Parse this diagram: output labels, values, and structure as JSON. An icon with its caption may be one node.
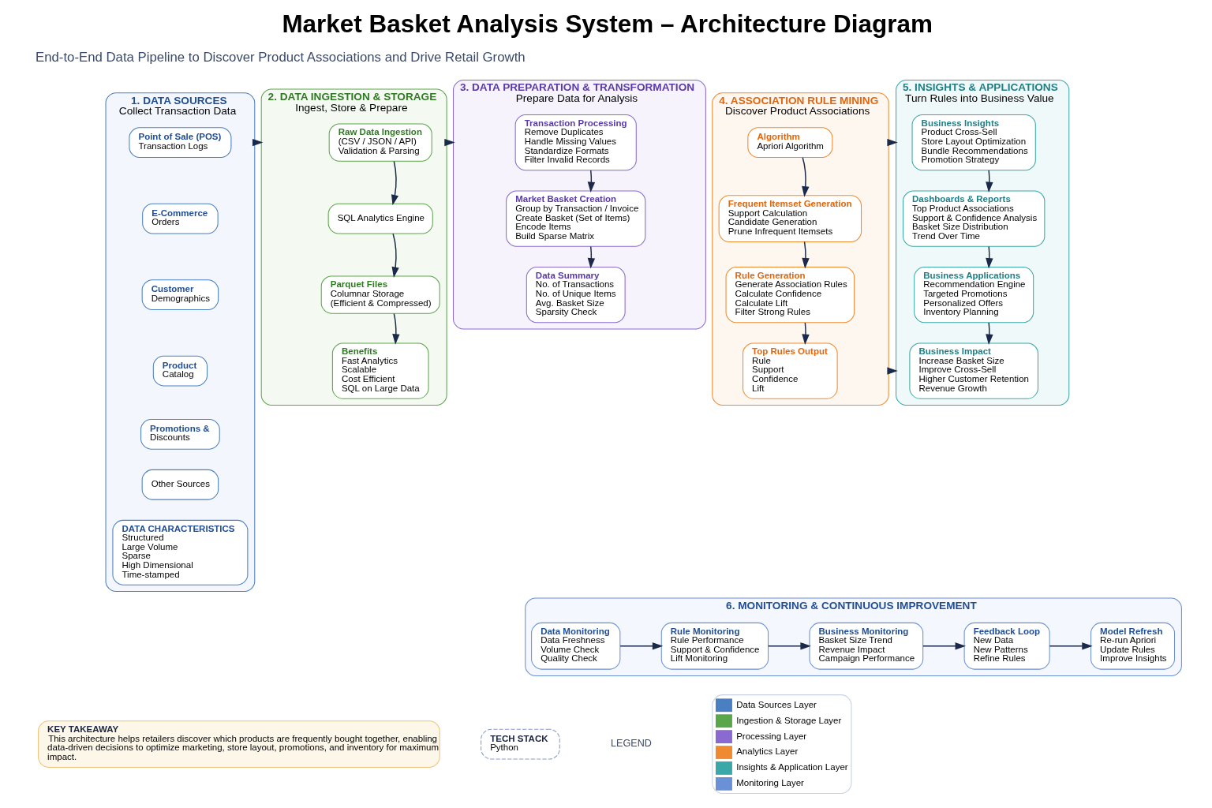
{
  "diagram": {
    "title": "Market Basket Analysis System – Architecture Diagram",
    "nodes": [
      {
        "text": [
          "1. DATA SOURCES",
          "Collect Transaction Data"
        ]
      },
      {
        "text": [
          "Point of Sale (POS)",
          "Transaction Logs"
        ],
        "in": 0
      },
      {
        "text": [
          "E-Commerce",
          "Orders"
        ],
        "in": 0
      },
      {
        "text": [
          "Customer",
          "Demographics"
        ],
        "in": 0
      },
      {
        "text": [
          "Product",
          "Catalog"
        ],
        "in": 0
      },
      {
        "text": [
          "Promotions &",
          "Discounts"
        ],
        "in": 0
      },
      {
        "text": [
          "Other Sources"
        ],
        "in": 0
      },
      {
        "text": [
          "DATA CHARACTERISTICS",
          "Structured",
          "Large Volume",
          "Sparse",
          "High Dimensional",
          "Time-stamped"
        ],
        "in": 0
      },
      {
        "text": [
          "2. DATA INGESTION & STORAGE",
          "Ingest, Store & Prepare"
        ]
      },
      {
        "text": [
          "Raw Data Ingestion",
          "(CSV / JSON / API)",
          "Validation & Parsing"
        ],
        "in": 8
      },
      {
        "text": [
          "SQL Analytics Engine"
        ],
        "in": 8
      },
      {
        "text": [
          "Parquet Files",
          "Columnar Storage",
          "(Efficient & Compressed)"
        ],
        "in": 8
      },
      {
        "text": [
          "Benefits",
          "Fast Analytics",
          "Scalable",
          "Cost Efficient",
          "SQL on Large Data"
        ],
        "in": 8
      },
      {
        "text": [
          "3. DATA PREPARATION & TRANSFORMATION",
          "Prepare Data for Analysis"
        ]
      },
      {
        "text": [
          "Transaction Processing",
          "Remove Duplicates",
          "Handle Missing Values",
          "Standardize Formats",
          "Filter Invalid Records"
        ],
        "in": 13
      },
      {
        "text": [
          "Market Basket Creation",
          "Group by Transaction / Invoice",
          "Create Basket (Set of Items)",
          "Encode Items",
          "Build Sparse Matrix"
        ],
        "in": 13
      },
      {
        "text": [
          "Data Summary",
          "No. of Transactions",
          "No. of Unique Items",
          "Avg. Basket Size",
          "Sparsity Check"
        ],
        "in": 13
      },
      {
        "text": [
          "4. ASSOCIATION RULE MINING",
          "Discover Product Associations"
        ]
      },
      {
        "text": [
          "Algorithm",
          "Apriori Algorithm"
        ],
        "in": 17
      },
      {
        "text": [
          "Frequent Itemset Generation",
          "Support Calculation",
          "Candidate Generation",
          "Prune Infrequent Itemsets"
        ],
        "in": 17
      },
      {
        "text": [
          "Rule Generation",
          "Generate Association Rules",
          "Calculate Confidence",
          "Calculate Lift",
          "Filter Strong Rules"
        ],
        "in": 17
      },
      {
        "text": [
          "Top Rules Output",
          "Rule",
          "Support",
          "Confidence",
          "Lift"
        ],
        "in": 17
      },
      {
        "text": [
          "5. INSIGHTS & APPLICATIONS",
          "Turn Rules into Business Value"
        ]
      },
      {
        "text": [
          "Business Insights",
          "Product Cross-Sell",
          "Store Layout Optimization",
          "Bundle Recommendations",
          "Promotion Strategy"
        ],
        "in": 22
      },
      {
        "text": [
          "Dashboards & Reports",
          "Top Product Associations",
          "Support & Confidence Analysis",
          "Basket Size Distribution",
          "Trend Over Time"
        ],
        "in": 22
      },
      {
        "text": [
          "Business Applications",
          "Recommendation Engine",
          "Targeted Promotions",
          "Personalized Offers",
          "Inventory Planning"
        ],
        "in": 22
      },
      {
        "text": [
          "Business Impact",
          "Increase Basket Size",
          "Improve Cross-Sell",
          "Higher Customer Retention",
          "Revenue Growth"
        ],
        "in": 22
      },
      {
        "text": [
          "6. MONITORING & CONTINUOUS IMPROVEMENT"
        ]
      },
      {
        "text": [
          "Data Monitoring",
          "Data Freshness",
          "Volume Check",
          "Quality Check"
        ],
        "in": 27
      },
      {
        "text": [
          "Rule Monitoring",
          "Rule Performance",
          "Support & Confidence",
          "Lift Monitoring"
        ],
        "in": 27
      },
      {
        "text": [
          "Business Monitoring",
          "Basket Size Trend",
          "Revenue Impact",
          "Campaign Performance"
        ],
        "in": 27
      },
      {
        "text": [
          "Feedback Loop",
          "New Data",
          "New Patterns",
          "Refine Rules"
        ],
        "in": 27
      },
      {
        "text": [
          "Model Refresh",
          "Re-run Apriori",
          "Update Rules",
          "Improve Insights"
        ],
        "in": 27
      },
      {
        "text": [
          "KEY TAKEAWAY",
          "This architecture helps retailers discover which products are frequently bought together, enabling data-driven decisions to optimize marketing, store layout, promotions, and inventory for maximum impact."
        ]
      },
      {
        "text": [
          "TECH STACK",
          "Python"
        ]
      }
    ],
    "edges": [
      {
        "from": 0,
        "to": 8,
        "arrow": "to"
      },
      {
        "from": 9,
        "to": 10,
        "arrow": "to"
      },
      {
        "from": 10,
        "to": 11,
        "arrow": "to"
      },
      {
        "from": 11,
        "to": 12,
        "arrow": "to"
      },
      {
        "from": 8,
        "to": 13,
        "arrow": "to"
      },
      {
        "from": 14,
        "to": 15,
        "arrow": "to"
      },
      {
        "from": 15,
        "to": 16,
        "arrow": "to"
      },
      {
        "from": 18,
        "to": 19,
        "arrow": "to"
      },
      {
        "from": 19,
        "to": 20,
        "arrow": "to"
      },
      {
        "from": 20,
        "to": 21,
        "arrow": "to"
      },
      {
        "from": 17,
        "to": 22,
        "arrow": "to"
      },
      {
        "from": 17,
        "to": 22,
        "arrow": "to"
      },
      {
        "from": 23,
        "to": 24,
        "arrow": "to"
      },
      {
        "from": 24,
        "to": 25,
        "arrow": "to"
      },
      {
        "from": 25,
        "to": 26,
        "arrow": "to"
      },
      {
        "from": 28,
        "to": 29,
        "arrow": "to"
      },
      {
        "from": 29,
        "to": 30,
        "arrow": "to"
      },
      {
        "from": 30,
        "to": 31,
        "arrow": "to"
      },
      {
        "from": 31,
        "to": 32,
        "arrow": "to"
      }
    ],
    "labels": [
      "End-to-End Data Pipeline to Discover Product Associations and Drive Retail Growth",
      "LEGEND"
    ],
    "legend": [
      {
        "text": "Data Sources Layer",
        "color": "#4a7fc1"
      },
      {
        "text": "Ingestion & Storage Layer",
        "color": "#5aa64a"
      },
      {
        "text": "Processing Layer",
        "color": "#8a6ad0"
      },
      {
        "text": "Analytics Layer",
        "color": "#f08a30"
      },
      {
        "text": "Insights & Application Layer",
        "color": "#3aa8a8"
      },
      {
        "text": "Monitoring Layer",
        "color": "#6a90d8"
      }
    ]
  }
}
